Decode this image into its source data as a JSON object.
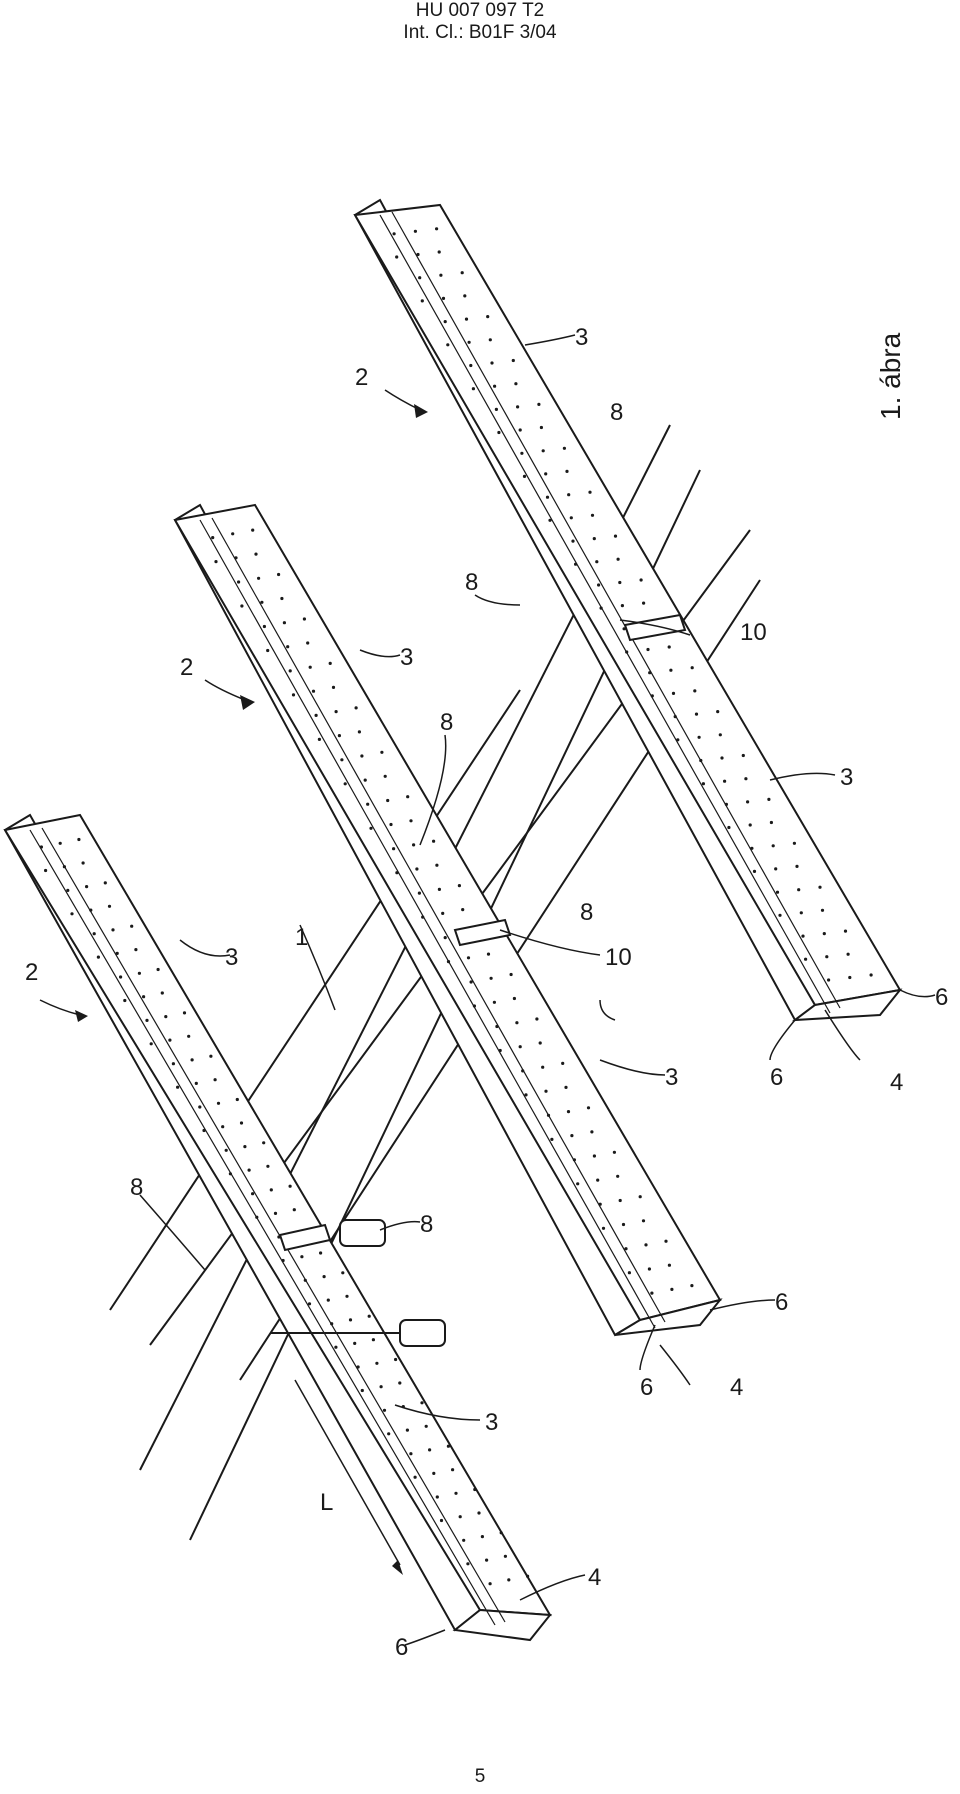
{
  "header": {
    "line1": "HU 007 097 T2",
    "line2": "Int. Cl.: B01F 3/04"
  },
  "figure": {
    "caption": "1. ábra",
    "labels": {
      "frame": "1",
      "assembly": "2",
      "element": "3",
      "end_face": "4",
      "corner": "6",
      "fastener": "8",
      "bracket": "10",
      "length": "L"
    }
  },
  "footer": {
    "page_number": "5"
  }
}
